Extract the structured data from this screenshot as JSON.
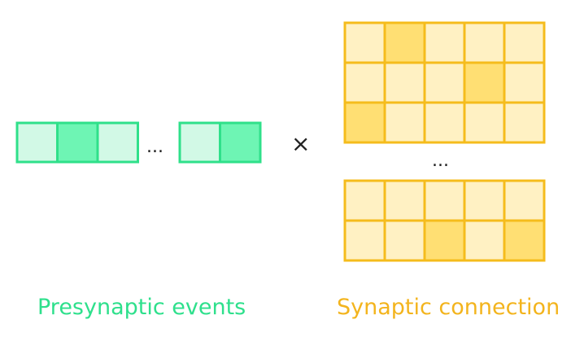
{
  "captions": {
    "presynaptic": "Presynaptic events",
    "synaptic": "Synaptic connection"
  },
  "symbols": {
    "ellipsis_left": "...",
    "multiply": "×",
    "ellipsis_right": "..."
  },
  "colors": {
    "green_stroke": "#2fe08a",
    "green_light": "#d2f9e6",
    "green_dark": "#6ef5b4",
    "gold_stroke": "#f5bc1c",
    "gold_light": "#fff1c3",
    "gold_dark": "#ffdf73",
    "green_text": "#2ee08c",
    "gold_text": "#f3b41d"
  },
  "presynaptic_vector": {
    "segments": [
      [
        "light",
        "dark",
        "light"
      ],
      [
        "light",
        "dark"
      ]
    ]
  },
  "synaptic_matrices": [
    {
      "rows": [
        [
          "light",
          "dark",
          "light",
          "light",
          "light"
        ],
        [
          "light",
          "light",
          "light",
          "dark",
          "light"
        ],
        [
          "dark",
          "light",
          "light",
          "light",
          "light"
        ]
      ]
    },
    {
      "rows": [
        [
          "light",
          "light",
          "light",
          "light",
          "light"
        ],
        [
          "light",
          "light",
          "dark",
          "light",
          "dark"
        ]
      ]
    }
  ]
}
